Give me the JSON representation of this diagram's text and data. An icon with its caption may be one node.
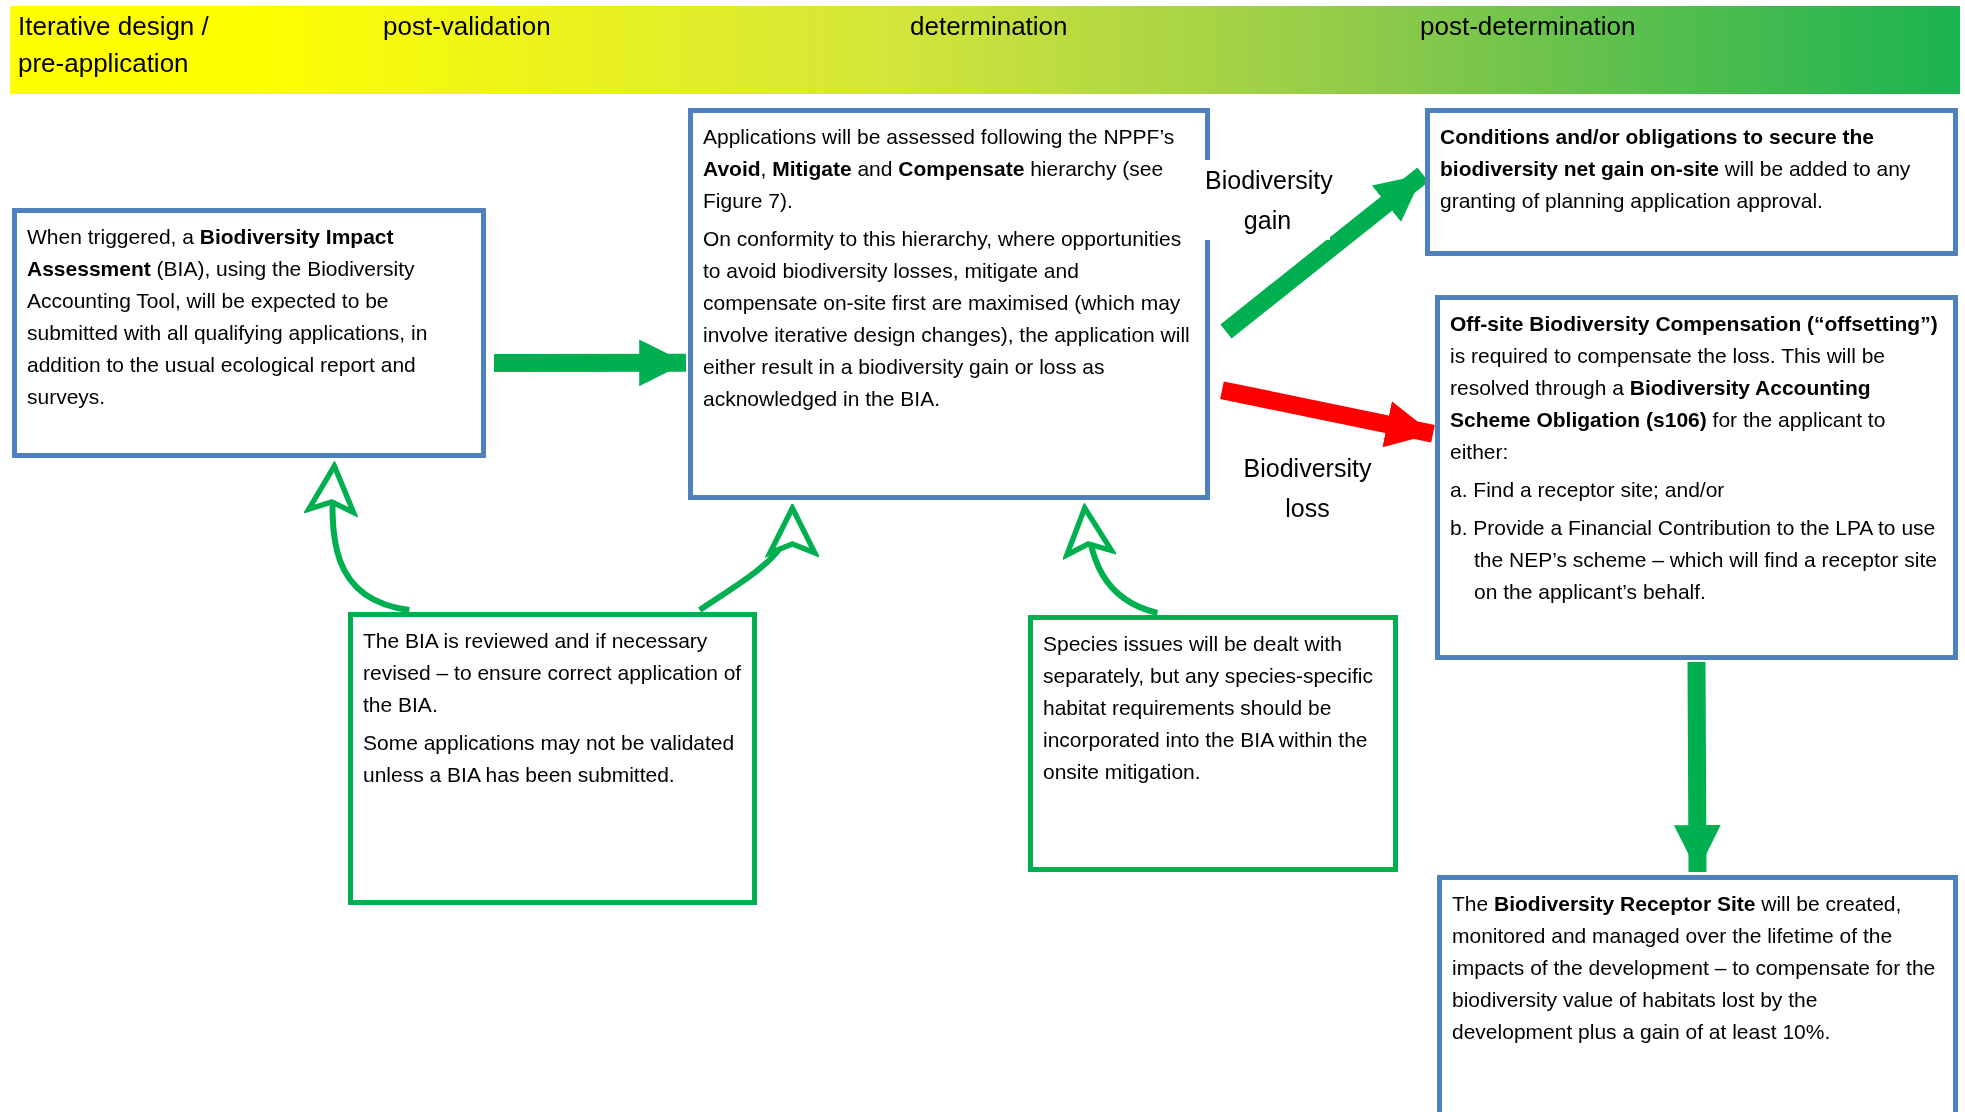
{
  "diagram": {
    "nodes": [
      {
        "text": [
          "When triggered, a **Biodiversity Impact Assessment** (BIA), using the Biodiversity Accounting Tool, will be expected to be submitted with all qualifying applications, in addition to the usual ecological report and surveys."
        ]
      },
      {
        "text": [
          "Applications will be assessed following the NPPF’s **Avoid**, **Mitigate** and **Compensate** hierarchy (see Figure 7).",
          "On conformity to this hierarchy, where opportunities to avoid biodiversity losses, mitigate and compensate on-site first are maximised (which may involve iterative design changes), the application will either result in a biodiversity gain or loss as acknowledged in the BIA."
        ]
      },
      {
        "text": [
          "**Conditions and/or obligations to secure the biodiversity net gain on-site** will be added to any granting of planning application approval."
        ]
      },
      {
        "text": [
          "**Off-site Biodiversity Compensation (“offsetting”)** is required to compensate the loss. This will be resolved through a **Biodiversity Accounting Scheme Obligation (s106)** for the applicant to either:",
          "a. Find a receptor site; and/or",
          "b. Provide a Financial Contribution to the LPA to use the NEP’s scheme – which will find a receptor site on the applicant’s behalf."
        ]
      },
      {
        "text": [
          "The **Biodiversity Receptor Site** will be created, monitored and managed over the lifetime of the impacts of the development – to compensate for the biodiversity value of habitats lost by the development plus a gain of at least 10%."
        ]
      },
      {
        "text": [
          "The BIA is reviewed and if necessary revised – to ensure correct application of the BIA.",
          "Some applications may not be validated unless a BIA has been submitted."
        ]
      },
      {
        "text": [
          "Species issues will be dealt with separately, but any species-specific habitat requirements should be incorporated into the BIA within the onsite mitigation."
        ]
      }
    ],
    "edges": [
      {
        "from": 0,
        "to": 1,
        "arrow": "to"
      },
      {
        "from": 1,
        "to": 2,
        "arrow": "to",
        "label": "Biodiversity gain"
      },
      {
        "from": 1,
        "to": 3,
        "arrow": "to",
        "label": "Biodiversity loss",
        "color": "#ff0000"
      },
      {
        "from": 3,
        "to": 4,
        "arrow": "to"
      },
      {
        "from": 5,
        "to": 0,
        "arrow": "to"
      },
      {
        "from": 5,
        "to": 1,
        "arrow": "to"
      },
      {
        "from": 6,
        "to": 1,
        "arrow": "to"
      }
    ],
    "labels": [
      "Iterative design / pre-application",
      "post-validation",
      "determination",
      "post-determination"
    ]
  }
}
